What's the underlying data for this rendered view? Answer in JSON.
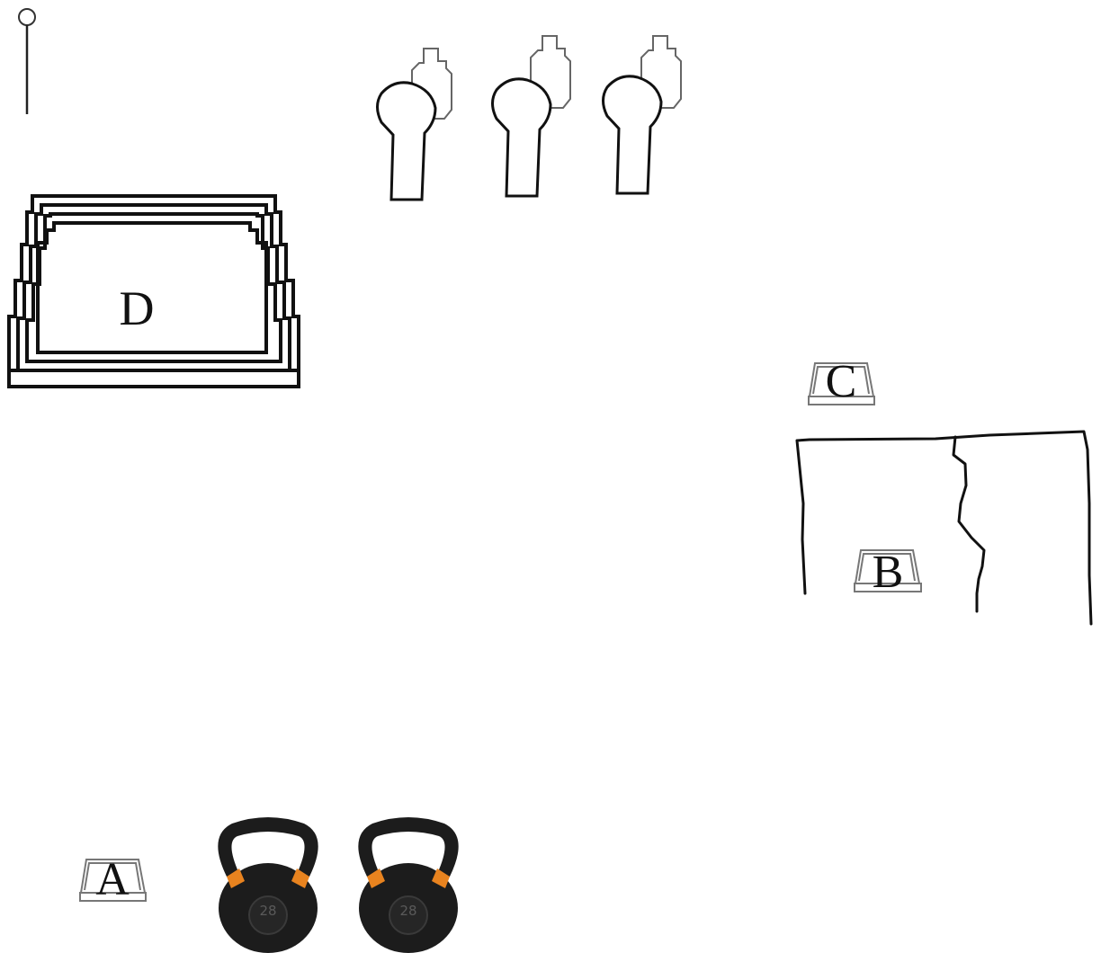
{
  "labels": {
    "d": "D",
    "c": "C",
    "b": "B",
    "a": "A"
  },
  "kettlebells": [
    {
      "weight": "28"
    },
    {
      "weight": "28"
    }
  ],
  "colors": {
    "stroke": "#111111",
    "kettlebell_body": "#1c1c1c",
    "kettlebell_band": "#e8831f"
  }
}
